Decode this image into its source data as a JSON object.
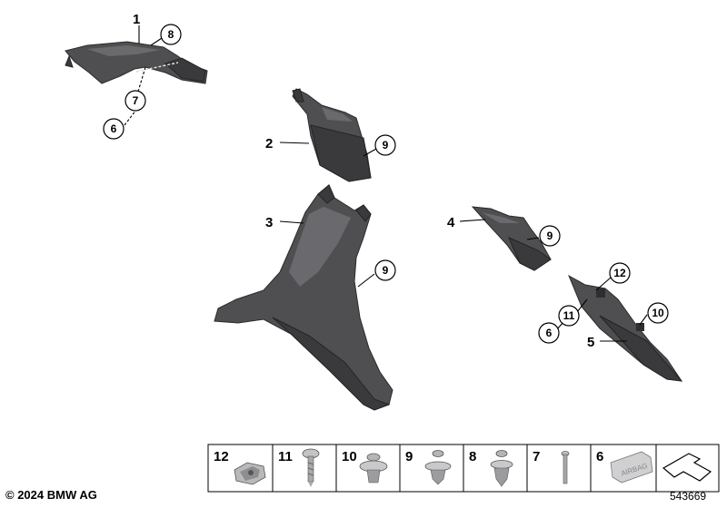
{
  "main_labels": [
    {
      "id": "1",
      "text": "1"
    },
    {
      "id": "2",
      "text": "2"
    },
    {
      "id": "3",
      "text": "3"
    },
    {
      "id": "4",
      "text": "4"
    },
    {
      "id": "5",
      "text": "5"
    }
  ],
  "circle_labels": {
    "c8": "8",
    "c7": "7",
    "c6a": "6",
    "c9a": "9",
    "c9b": "9",
    "c9c": "9",
    "c12": "12",
    "c11": "11",
    "c6b": "6",
    "c10": "10"
  },
  "parts_strip": [
    {
      "label": "12"
    },
    {
      "label": "11"
    },
    {
      "label": "10"
    },
    {
      "label": "9"
    },
    {
      "label": "8"
    },
    {
      "label": "7"
    },
    {
      "label": "6"
    },
    {
      "label": ""
    }
  ],
  "airbag_text": "AIRBAG",
  "footer": {
    "copyright": "© 2024 BMW AG",
    "doc_number": "543669"
  }
}
